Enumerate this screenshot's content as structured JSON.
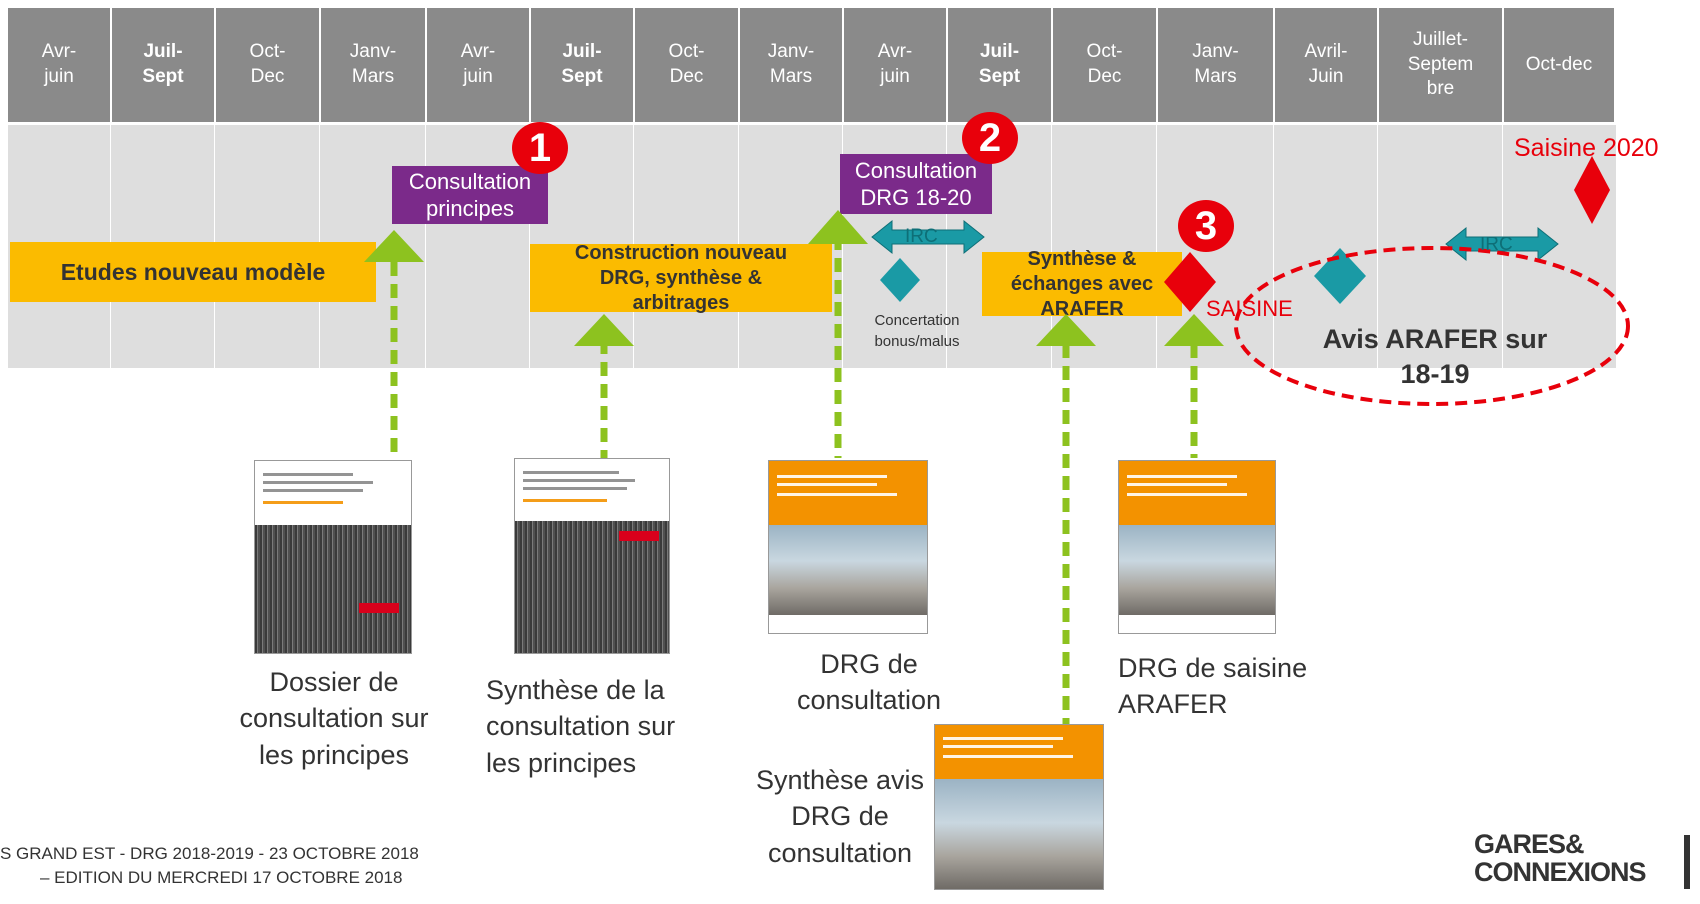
{
  "periods": [
    {
      "label": "Avr-\njuin",
      "bold": false
    },
    {
      "label": "Juil-\nSept",
      "bold": true
    },
    {
      "label": "Oct-\nDec",
      "bold": false
    },
    {
      "label": "Janv-\nMars",
      "bold": false
    },
    {
      "label": "Avr-\njuin",
      "bold": false
    },
    {
      "label": "Juil-\nSept",
      "bold": true
    },
    {
      "label": "Oct-\nDec",
      "bold": false
    },
    {
      "label": "Janv-\nMars",
      "bold": false
    },
    {
      "label": "Avr-\njuin",
      "bold": false
    },
    {
      "label": "Juil-\nSept",
      "bold": true
    },
    {
      "label": "Oct-\nDec",
      "bold": false
    },
    {
      "label": "Janv-\nMars",
      "bold": false
    },
    {
      "label": "Avril-\nJuin",
      "bold": false
    },
    {
      "label": "Juillet-\nSeptem\nbre",
      "bold": false
    },
    {
      "label": "Oct-dec",
      "bold": false
    }
  ],
  "tasks": {
    "etudes": "Etudes nouveau modèle",
    "construction": "Construction nouveau\nDRG, synthèse &\narbitrages",
    "synthese": "Synthèse &\néchanges avec\nARAFER"
  },
  "consultations": {
    "principes": "Consultation\nprincipes",
    "drg": "Consultation\nDRG 18-20"
  },
  "badges": [
    "1",
    "2",
    "3"
  ],
  "irc_label": "IRC",
  "concertation_label": "Concertation\nbonus/malus",
  "saisine_label": "SAISINE",
  "saisine_2020_label": "Saisine 2020",
  "avis_label": "Avis ARAFER sur\n18-19",
  "documents": [
    {
      "caption": "Dossier de\nconsultation sur\nles principes"
    },
    {
      "caption": "Synthèse de la\nconsultation sur\nles principes"
    },
    {
      "caption": "DRG de\nconsultation"
    },
    {
      "caption": "Synthèse avis\nDRG de\nconsultation"
    },
    {
      "caption": "DRG de saisine\nARAFER"
    }
  ],
  "footer": {
    "line1": "S GRAND EST - DRG 2018-2019 - 23 OCTOBRE 2018",
    "line2": "– EDITION DU MERCREDI 17 OCTOBRE 2018"
  },
  "logo_text": {
    "top": "GARES&",
    "bottom": "CONNEXIONS"
  },
  "colors": {
    "header": "#8a8a8a",
    "band": "#dedede",
    "task": "#fbbb00",
    "consultation": "#7b2a8a",
    "milestone": "#e8000b",
    "irc": "#1a9aa5",
    "arrow": "#8dc21f"
  }
}
